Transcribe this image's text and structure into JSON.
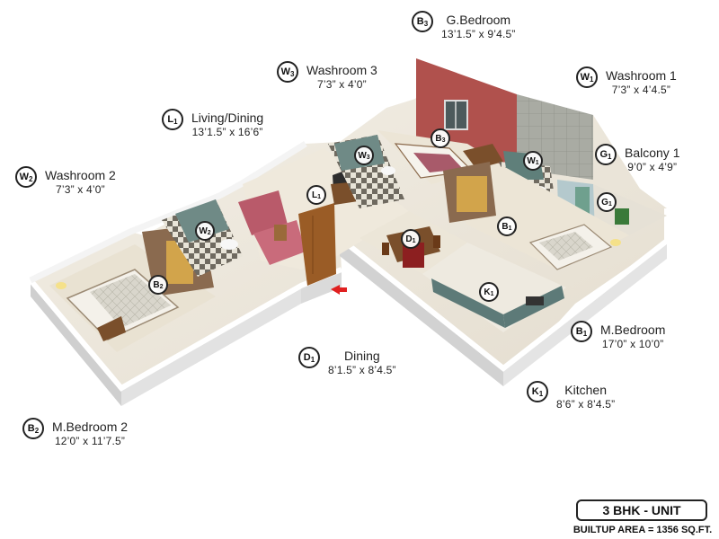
{
  "rooms": [
    {
      "id": "B3",
      "letter": "B",
      "num": "3",
      "name": "G.Bedroom",
      "dims": "13’1.5” x 9’4.5”"
    },
    {
      "id": "W3",
      "letter": "W",
      "num": "3",
      "name": "Washroom 3",
      "dims": "7’3” x 4’0”"
    },
    {
      "id": "W1",
      "letter": "W",
      "num": "1",
      "name": "Washroom 1",
      "dims": "7’3” x 4’4.5”"
    },
    {
      "id": "L1",
      "letter": "L",
      "num": "1",
      "name": "Living/Dining",
      "dims": "13’1.5” x 16’6”"
    },
    {
      "id": "G1",
      "letter": "G",
      "num": "1",
      "name": "Balcony 1",
      "dims": "9’0” x 4’9”"
    },
    {
      "id": "W2",
      "letter": "W",
      "num": "2",
      "name": "Washroom 2",
      "dims": "7’3” x 4’0”"
    },
    {
      "id": "B1",
      "letter": "B",
      "num": "1",
      "name": "M.Bedroom",
      "dims": "17’0” x 10’0”"
    },
    {
      "id": "D1",
      "letter": "D",
      "num": "1",
      "name": "Dining",
      "dims": "8’1.5” x 8’4.5”"
    },
    {
      "id": "K1",
      "letter": "K",
      "num": "1",
      "name": "Kitchen",
      "dims": "8’6” x 8’4.5”"
    },
    {
      "id": "B2",
      "letter": "B",
      "num": "2",
      "name": "M.Bedroom 2",
      "dims": "12’0” x 11’7.5”"
    }
  ],
  "markers": [
    {
      "letter": "B",
      "num": "3"
    },
    {
      "letter": "W",
      "num": "3"
    },
    {
      "letter": "W",
      "num": "1"
    },
    {
      "letter": "G",
      "num": "1"
    },
    {
      "letter": "L",
      "num": "1"
    },
    {
      "letter": "W",
      "num": "2"
    },
    {
      "letter": "D",
      "num": "1"
    },
    {
      "letter": "B",
      "num": "1"
    },
    {
      "letter": "B",
      "num": "2"
    },
    {
      "letter": "K",
      "num": "1"
    }
  ],
  "unit": {
    "type": "3 BHK - UNIT",
    "builtup_area": "BUILTUP AREA = 1356 SQ.FT."
  },
  "colors": {
    "floor": "#ece7dc",
    "wall_top": "#ffffff",
    "wall_side": "#d8d8d8",
    "feature_wall": "#b0514d",
    "tile_wall": "#a9aba3",
    "wood": "#8b5a33",
    "entry_arrow": "#e02020"
  }
}
